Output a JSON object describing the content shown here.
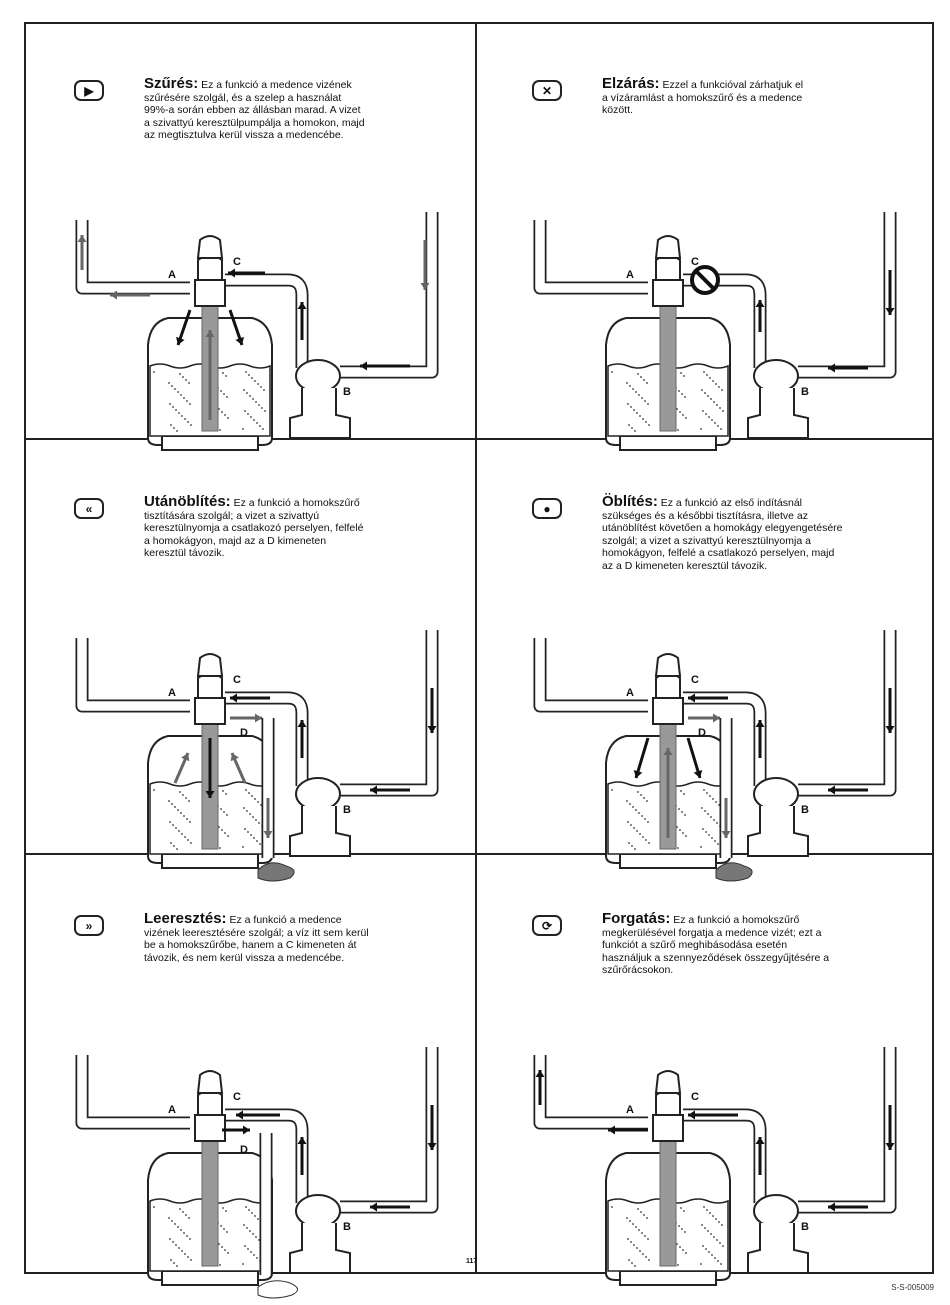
{
  "sections": [
    {
      "icon": "play-icon",
      "icon_glyph": "▶",
      "title": "Szűrés:",
      "lines": [
        "Ez a funkció a medence vizének",
        "szűrésére szolgál, és a szelep a használat",
        "99%-a során ebben az állásban marad. A vizet",
        "a szivattyú keresztülpumpálja a homokon, majd",
        "az megtisztulva kerül vissza a medencébe."
      ],
      "labels": {
        "A": "A",
        "B": "B",
        "C": "C"
      }
    },
    {
      "icon": "close-icon",
      "icon_glyph": "✕",
      "title": "Elzárás:",
      "lines": [
        "Ezzel a funkcióval zárhatjuk el",
        "a vízáramlást a homokszűrő és a medence",
        "között."
      ],
      "labels": {
        "A": "A",
        "B": "B",
        "C": "C"
      }
    },
    {
      "icon": "double-chevron-left-icon",
      "icon_glyph": "«",
      "title": "Utánöblítés:",
      "lines": [
        "Ez a funkció a homokszűrő",
        "tisztítására szolgál; a vizet a szivattyú",
        "keresztülnyomja a csatlakozó perselyen, felfelé",
        "a homokágyon, majd az a D kimeneten",
        "keresztül távozik."
      ],
      "labels": {
        "A": "A",
        "B": "B",
        "C": "C",
        "D": "D"
      }
    },
    {
      "icon": "drop-icon",
      "icon_glyph": "●",
      "title": "Öblítés:",
      "lines": [
        "Ez a funkció az első indításnál",
        "szükséges és a későbbi tisztításra, illetve az",
        "utánöblítést követően a homokágy elegyengetésére",
        "szolgál; a vizet a szivattyú keresztülnyomja a",
        "homokágyon, felfelé a csatlakozó perselyen, majd",
        "az a D kimeneten keresztül távozik."
      ],
      "labels": {
        "A": "A",
        "B": "B",
        "C": "C",
        "D": "D"
      }
    },
    {
      "icon": "double-chevron-down-icon",
      "icon_glyph": "»",
      "title": "Leeresztés:",
      "lines": [
        "Ez a funkció a medence",
        "vizének leeresztésére szolgál; a víz itt sem kerül",
        "be a homokszűrőbe, hanem a C kimeneten át",
        "távozik, és nem kerül vissza a medencébe."
      ],
      "labels": {
        "A": "A",
        "B": "B",
        "C": "C",
        "D": "D"
      }
    },
    {
      "icon": "recirculate-icon",
      "icon_glyph": "⟳",
      "title": "Forgatás:",
      "lines": [
        "Ez a funkció a homokszűrő",
        "megkerülésével forgatja a medence vizét; ezt a",
        "funkciót a szűrő meghibásodása esetén",
        "használjuk a szennyeződések összegyűjtésére a",
        "szűrőrácsokon."
      ],
      "labels": {
        "A": "A",
        "B": "B",
        "C": "C"
      }
    }
  ],
  "footer": {
    "page_number": "117",
    "doc_code": "S-S-005009"
  }
}
